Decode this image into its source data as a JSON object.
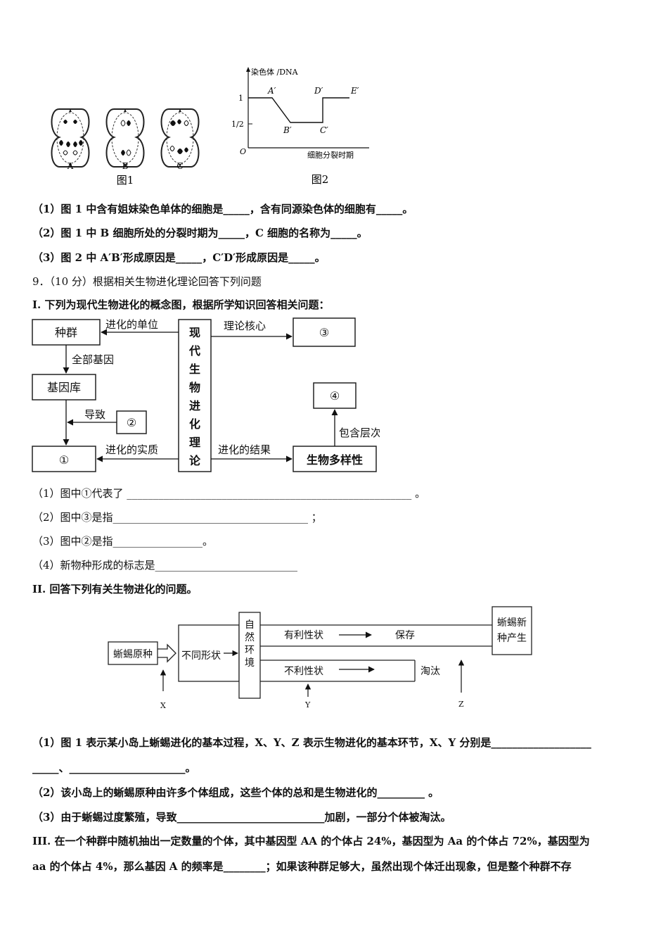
{
  "fig1": {
    "cells": [
      "A",
      "B",
      "C"
    ],
    "caption": "图1"
  },
  "fig2": {
    "y_axis": "染色体 /DNA",
    "x_axis": "细胞分裂时期",
    "origin": "O",
    "tick_1": "1",
    "tick_half": "1/2",
    "points": [
      "A′",
      "B′",
      "C′",
      "D′",
      "E′"
    ],
    "caption": "图2"
  },
  "q8": {
    "l1": "（1）图 1 中含有姐妹染色单体的细胞是_____，含有同源染色体的细胞有_____。",
    "l2": "（2）图 1 中 B 细胞所处的分裂时期为_____，C 细胞的名称为_____。",
    "l3": "（3）图 2 中 A′B′形成原因是_____，C′D′形成原因是_____。"
  },
  "q9": {
    "heading": "9．（10 分）根据相关生物进化理论回答下列问题",
    "part1_title": "I. 下列为现代生物进化的概念图，根据所学知识回答相关问题：",
    "concept_map": {
      "population": "种群",
      "gene_pool": "基因库",
      "c1": "①",
      "c2": "②",
      "c3": "③",
      "c4": "④",
      "center": "现代生物进化理论",
      "unit": "进化的单位",
      "all_genes": "全部基因",
      "leads_to": "导致",
      "essence": "进化的实质",
      "core": "理论核心",
      "result": "进化的结果",
      "diversity": "生物多样性",
      "levels": "包含层次"
    },
    "p1_q1": "（1）图中①代表了 ______________________________________________________ 。",
    "p1_q2": "（2）图中③是指_____________________________________ ；",
    "p1_q3": "（3）图中②是指_________________。",
    "p1_q4": "（4）新物种形成的标志是___________________________",
    "part2_title": "II. 回答下列有关生物进化的问题。",
    "evo_diagram": {
      "original": "蜥蜴原种",
      "traits": "不同形状",
      "nature": "自然环境",
      "favorable": "有利性状",
      "unfavorable": "不利性状",
      "preserved": "保存",
      "eliminated": "淘汰",
      "new_species": "蜥蜴新种产生",
      "x": "X",
      "y": "Y",
      "z": "Z"
    },
    "p2_q1a": "（1）图 1 表示某小岛上蜥蜴进化的基本过程，X、Y、Z 表示生物进化的基本环节，X、Y 分别是___________________",
    "p2_q1b": "_____、______________________。",
    "p2_q2": "（2）该小岛上的蜥蜴原种由许多个体组成，这些个体的总和是生物进化的_________ 。",
    "p2_q3": "（3）由于蜥蜴过度繁殖，导致____________________________加剧，一部分个体被淘汰。",
    "part3_a": "III. 在一个种群中随机抽出一定数量的个体，其中基因型 AA 的个体占 24%，基因型为 Aa 的个体占 72%，基因型为",
    "part3_b": "aa 的个体占 4%，那么基因 A 的频率是________；如果该种群足够大，虽然出现个体迁出现象，但是整个种群不存"
  }
}
